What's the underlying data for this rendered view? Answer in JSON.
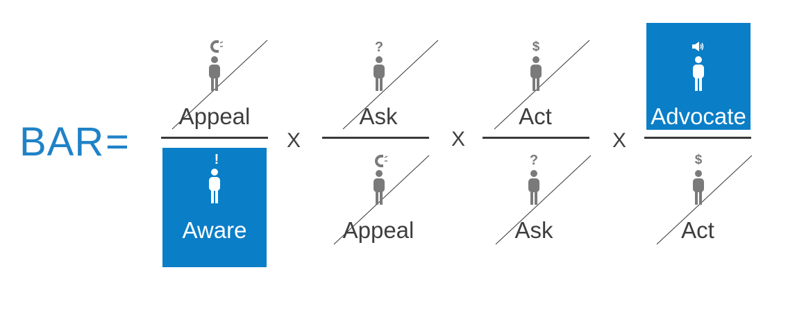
{
  "formula": {
    "lhs": "BAR",
    "equals": "=",
    "operator": "X"
  },
  "fractions": [
    {
      "numerator": {
        "label": "Appeal",
        "icon": "magnet-icon",
        "crossed": true,
        "highlighted": false
      },
      "denominator": {
        "label": "Aware",
        "icon": "exclamation-icon",
        "crossed": false,
        "highlighted": true
      }
    },
    {
      "numerator": {
        "label": "Ask",
        "icon": "question-mark-icon",
        "crossed": true,
        "highlighted": false
      },
      "denominator": {
        "label": "Appeal",
        "icon": "magnet-icon",
        "crossed": true,
        "highlighted": false
      }
    },
    {
      "numerator": {
        "label": "Act",
        "icon": "dollar-icon",
        "crossed": true,
        "highlighted": false
      },
      "denominator": {
        "label": "Ask",
        "icon": "question-mark-icon",
        "crossed": true,
        "highlighted": false
      }
    },
    {
      "numerator": {
        "label": "Advocate",
        "icon": "megaphone-icon",
        "crossed": false,
        "highlighted": true
      },
      "denominator": {
        "label": "Act",
        "icon": "dollar-icon",
        "crossed": true,
        "highlighted": false
      }
    }
  ],
  "symbols": {
    "question": "?",
    "dollar": "$",
    "exclamation": "!"
  },
  "colors": {
    "accent": "#0a7ec7",
    "title": "#1f82c7",
    "text": "#3e3e3e",
    "figure_gray": "#7a7a7a",
    "figure_on_blue": "#ffffff"
  }
}
